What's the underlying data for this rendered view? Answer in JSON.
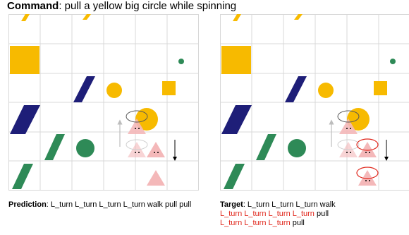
{
  "command": {
    "label": "Command",
    "text": ": pull a yellow big circle while spinning"
  },
  "colors": {
    "yellow": "#F7BA00",
    "navy": "#1E1E78",
    "green": "#2E8A57",
    "pink": "#F4B8B9",
    "grid": "#D8D8D8",
    "red_text": "#E0261B",
    "arrow_gray": "#BDBDBD",
    "spin_dark": "#555555",
    "spin_red": "#E0261B"
  },
  "prediction": {
    "label": "Prediction",
    "text": ": L_turn L_turn L_turn L_turn walk pull pull"
  },
  "target": {
    "label": "Target",
    "line1": ": L_turn L_turn L_turn walk",
    "line2_red": "L_turn L_turn L_turn L_turn",
    "line2_black": " pull",
    "line3_red": "L_turn L_turn L_turn",
    "line3_black": " pull"
  }
}
